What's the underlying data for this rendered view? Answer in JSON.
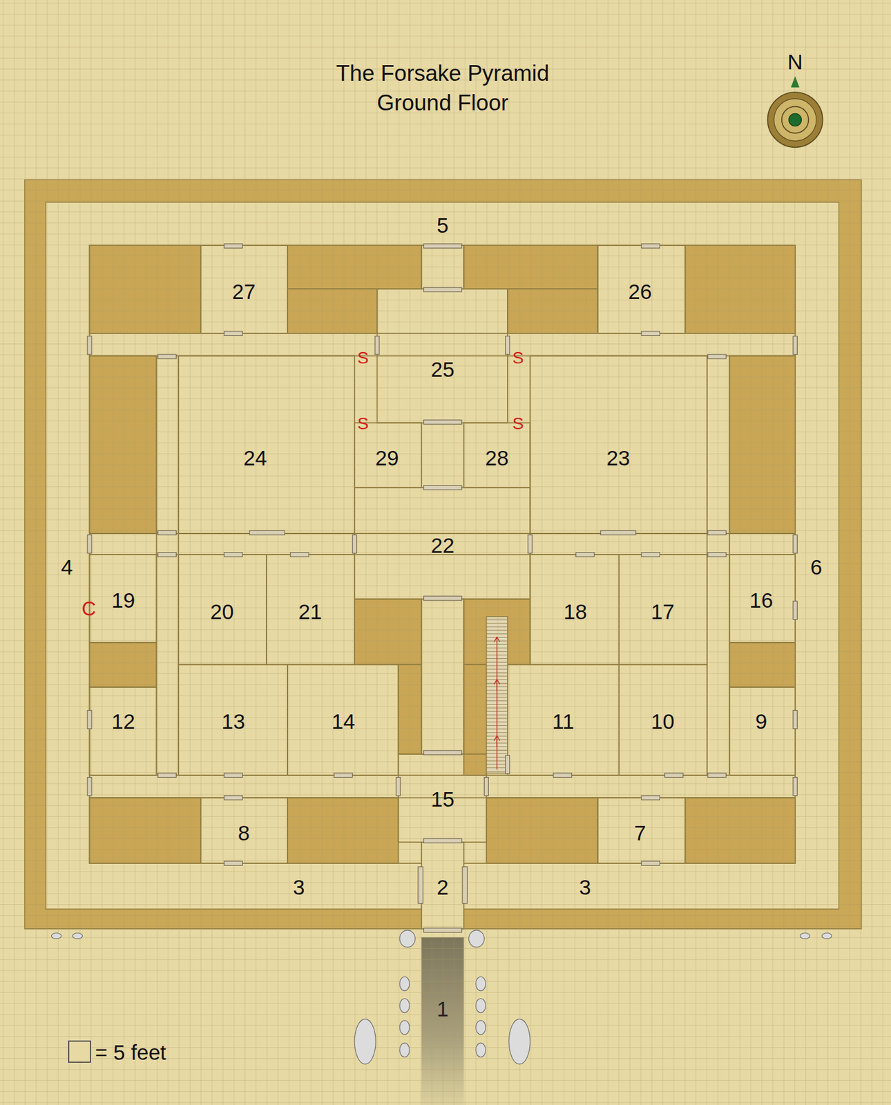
{
  "diagram": {
    "title": "The Forsake Pyramid Ground Floor",
    "labels": [
      "N",
      "5",
      "27",
      "26",
      "S",
      "25",
      "S",
      "S",
      "S",
      "24",
      "29",
      "28",
      "23",
      "22",
      "4",
      "6",
      "19",
      "C",
      "20",
      "21",
      "18",
      "17",
      "16",
      "12",
      "13",
      "14",
      "11",
      "10",
      "9",
      "15",
      "8",
      "7",
      "3",
      "2",
      "3",
      "1"
    ],
    "legend": [
      {
        "text": "= 5 feet"
      }
    ]
  }
}
